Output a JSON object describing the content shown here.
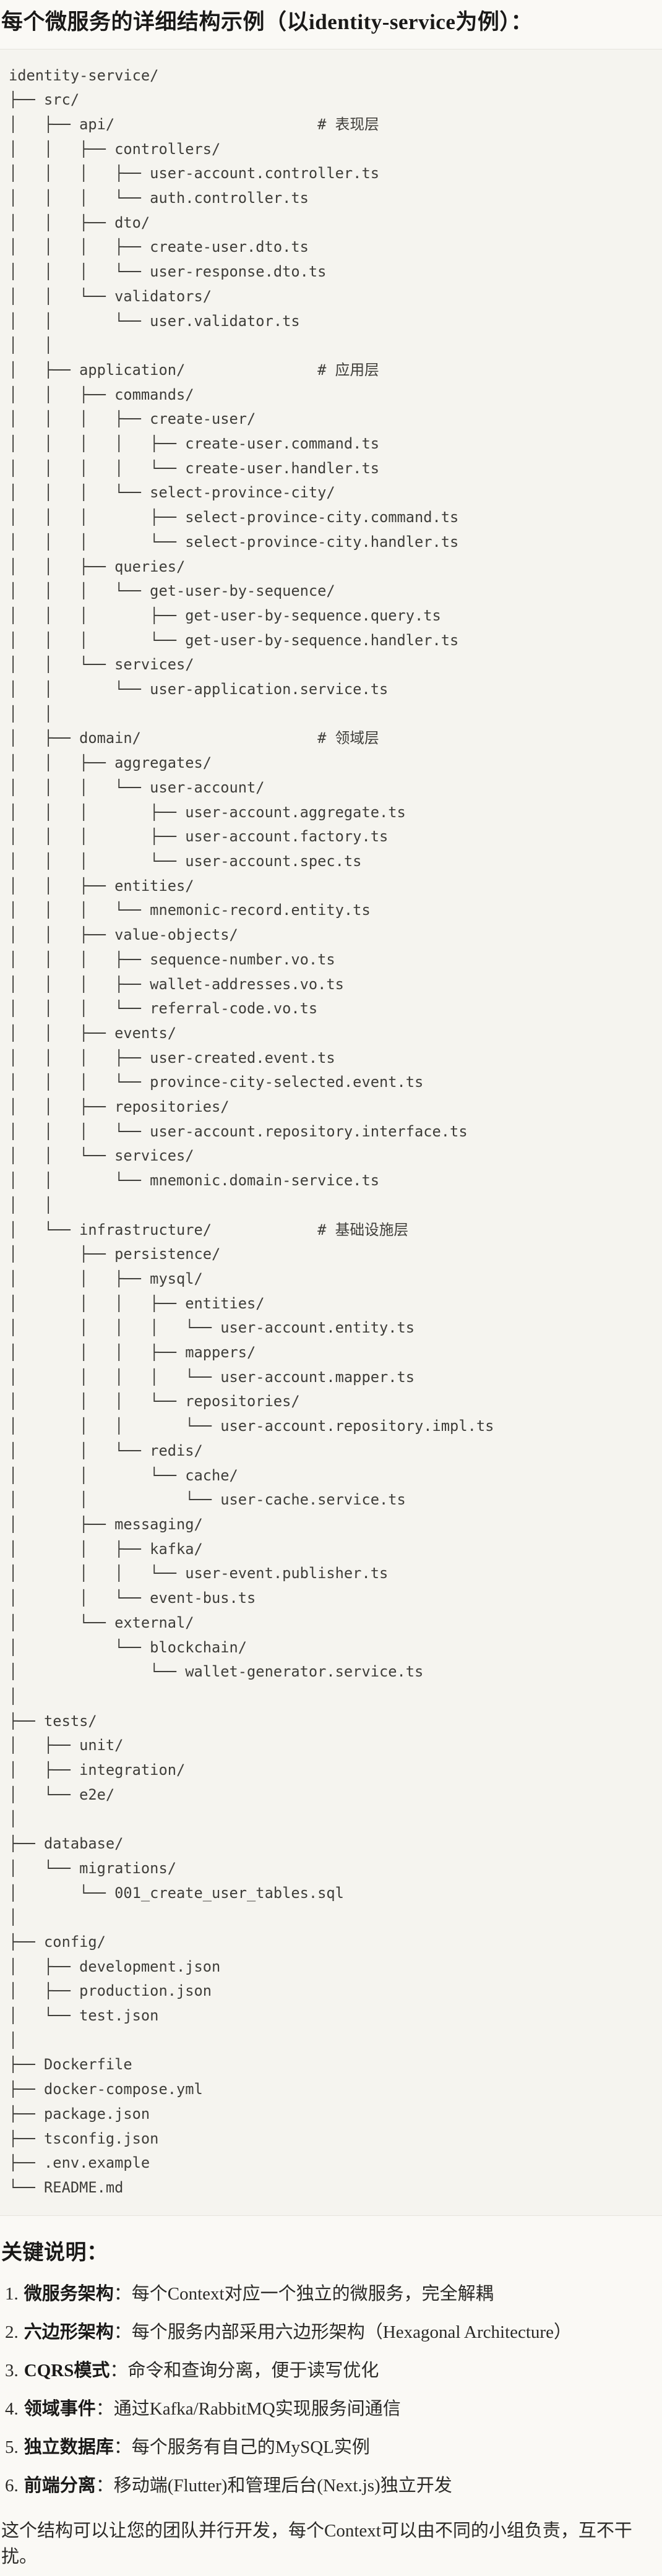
{
  "page": {
    "title": "每个微服务的详细结构示例（以identity-service为例）：",
    "colors": {
      "background": "#FAF9F5",
      "code_background": "#F5F4EF",
      "code_border": "#E6E4DD",
      "heading_text": "#1A1918",
      "body_text": "#2B2A27",
      "tree_text": "#3E3D39"
    }
  },
  "tree": {
    "root": "identity-service/",
    "layer_comments": [
      "# 表现层",
      "# 应用层",
      "# 领域层",
      "# 基础设施层"
    ],
    "lines": [
      "identity-service/",
      "├── src/",
      "│   ├── api/                       # 表现层",
      "│   │   ├── controllers/",
      "│   │   │   ├── user-account.controller.ts",
      "│   │   │   └── auth.controller.ts",
      "│   │   ├── dto/",
      "│   │   │   ├── create-user.dto.ts",
      "│   │   │   └── user-response.dto.ts",
      "│   │   └── validators/",
      "│   │       └── user.validator.ts",
      "│   │",
      "│   ├── application/               # 应用层",
      "│   │   ├── commands/",
      "│   │   │   ├── create-user/",
      "│   │   │   │   ├── create-user.command.ts",
      "│   │   │   │   └── create-user.handler.ts",
      "│   │   │   └── select-province-city/",
      "│   │   │       ├── select-province-city.command.ts",
      "│   │   │       └── select-province-city.handler.ts",
      "│   │   ├── queries/",
      "│   │   │   └── get-user-by-sequence/",
      "│   │   │       ├── get-user-by-sequence.query.ts",
      "│   │   │       └── get-user-by-sequence.handler.ts",
      "│   │   └── services/",
      "│   │       └── user-application.service.ts",
      "│   │",
      "│   ├── domain/                    # 领域层",
      "│   │   ├── aggregates/",
      "│   │   │   └── user-account/",
      "│   │   │       ├── user-account.aggregate.ts",
      "│   │   │       ├── user-account.factory.ts",
      "│   │   │       └── user-account.spec.ts",
      "│   │   ├── entities/",
      "│   │   │   └── mnemonic-record.entity.ts",
      "│   │   ├── value-objects/",
      "│   │   │   ├── sequence-number.vo.ts",
      "│   │   │   ├── wallet-addresses.vo.ts",
      "│   │   │   └── referral-code.vo.ts",
      "│   │   ├── events/",
      "│   │   │   ├── user-created.event.ts",
      "│   │   │   └── province-city-selected.event.ts",
      "│   │   ├── repositories/",
      "│   │   │   └── user-account.repository.interface.ts",
      "│   │   └── services/",
      "│   │       └── mnemonic.domain-service.ts",
      "│   │",
      "│   └── infrastructure/            # 基础设施层",
      "│       ├── persistence/",
      "│       │   ├── mysql/",
      "│       │   │   ├── entities/",
      "│       │   │   │   └── user-account.entity.ts",
      "│       │   │   ├── mappers/",
      "│       │   │   │   └── user-account.mapper.ts",
      "│       │   │   └── repositories/",
      "│       │   │       └── user-account.repository.impl.ts",
      "│       │   └── redis/",
      "│       │       └── cache/",
      "│       │           └── user-cache.service.ts",
      "│       ├── messaging/",
      "│       │   ├── kafka/",
      "│       │   │   └── user-event.publisher.ts",
      "│       │   └── event-bus.ts",
      "│       └── external/",
      "│           └── blockchain/",
      "│               └── wallet-generator.service.ts",
      "│",
      "├── tests/",
      "│   ├── unit/",
      "│   ├── integration/",
      "│   └── e2e/",
      "│",
      "├── database/",
      "│   └── migrations/",
      "│       └── 001_create_user_tables.sql",
      "│",
      "├── config/",
      "│   ├── development.json",
      "│   ├── production.json",
      "│   └── test.json",
      "│",
      "├── Dockerfile",
      "├── docker-compose.yml",
      "├── package.json",
      "├── tsconfig.json",
      "├── .env.example",
      "└── README.md"
    ]
  },
  "notes": {
    "heading": "关键说明：",
    "colon": "：",
    "items": [
      {
        "num": "1.",
        "label": "微服务架构",
        "text": "每个Context对应一个独立的微服务，完全解耦"
      },
      {
        "num": "2.",
        "label": "六边形架构",
        "text": "每个服务内部采用六边形架构（Hexagonal Architecture）"
      },
      {
        "num": "3.",
        "label": "CQRS模式",
        "text": "命令和查询分离，便于读写优化"
      },
      {
        "num": "4.",
        "label": "领域事件",
        "text": "通过Kafka/RabbitMQ实现服务间通信"
      },
      {
        "num": "5.",
        "label": "独立数据库",
        "text": "每个服务有自己的MySQL实例"
      },
      {
        "num": "6.",
        "label": "前端分离",
        "text": "移动端(Flutter)和管理后台(Next.js)独立开发"
      }
    ],
    "footer": "这个结构可以让您的团队并行开发，每个Context可以由不同的小组负责，互不干扰。"
  }
}
